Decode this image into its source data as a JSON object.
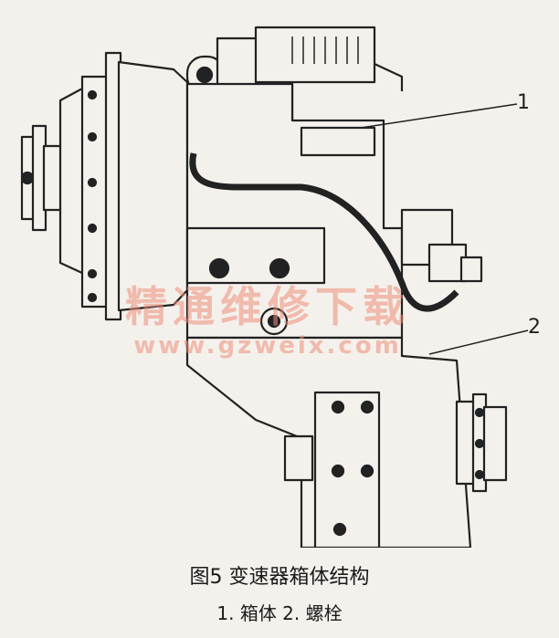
{
  "figure": {
    "caption_title": "图5  变速器箱体结构",
    "caption_legend": "1. 箱体    2. 螺栓"
  },
  "callouts": [
    {
      "label": "1"
    },
    {
      "label": "2"
    }
  ],
  "watermark": {
    "main": "精通维修下载",
    "url": "www.gzweix.com"
  }
}
